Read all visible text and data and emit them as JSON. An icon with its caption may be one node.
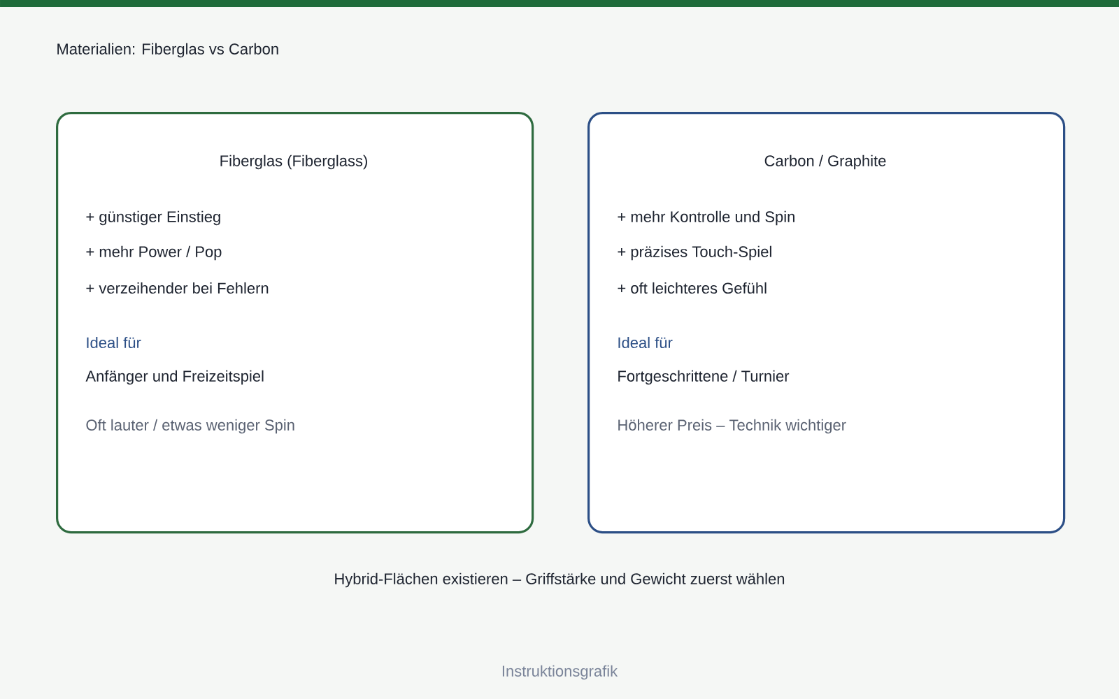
{
  "diagram": {
    "title": "Materialien: Fiberglas vs Carbon",
    "nodes": [
      {
        "text": [
          "Fiberglas (Fiberglass)",
          "+ günstiger Einstieg",
          "+ mehr Power / Pop",
          "+ verzeihender bei Fehlern",
          "Ideal für",
          "Anfänger und Freizeitspiel",
          "Oft lauter / etwas weniger Spin"
        ]
      },
      {
        "text": [
          "Carbon / Graphite",
          "+ mehr Kontrolle und Spin",
          "+ präzises Touch-Spiel",
          "+ oft leichteres Gefühl",
          "Ideal für",
          "Fortgeschrittene / Turnier",
          "Höherer Preis – Technik wichtiger"
        ]
      }
    ],
    "edges": [],
    "labels": [
      "Hybrid-Flächen existieren – Griffstärke und Gewicht zuerst wählen",
      "Instruktionsgrafik"
    ]
  }
}
